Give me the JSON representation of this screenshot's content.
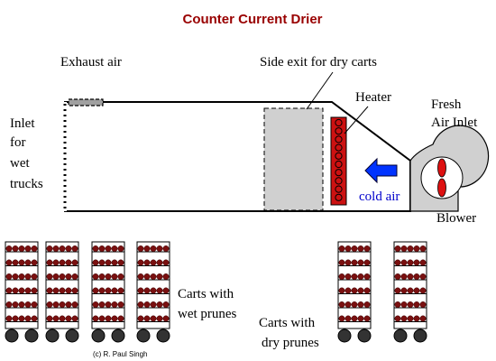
{
  "title": "Counter Current Drier",
  "labels": {
    "exhaust_air": "Exhaust air",
    "side_exit": "Side exit for dry carts",
    "heater": "Heater",
    "fresh_air_line1": "Fresh",
    "fresh_air_line2": "Air Inlet",
    "inlet_line1": "Inlet",
    "inlet_line2": "for",
    "inlet_line3": "wet",
    "inlet_line4": "trucks",
    "cold_air": "cold air",
    "blower": "Blower",
    "wet_carts_line1": "Carts with",
    "wet_carts_line2": "wet prunes",
    "dry_carts_line1": "Carts with",
    "dry_carts_line2": "dry prunes",
    "credit": "(c) R. Paul Singh"
  },
  "colors": {
    "title": "#990000",
    "prune": "#7a1010",
    "heater_fill": "#cc1111",
    "cold_air_arrow": "#0033ff",
    "cold_air_text": "#0000cc",
    "exit_fill": "#d0d0d0",
    "blower_fill": "#d0d0d0",
    "fan_blade": "#dd1111",
    "wheel": "#333333"
  },
  "carts": {
    "wet_count": 4,
    "dry_count": 2,
    "shelves_per_cart": 6,
    "prunes_per_shelf": 5
  },
  "heater": {
    "coil_count": 10
  }
}
